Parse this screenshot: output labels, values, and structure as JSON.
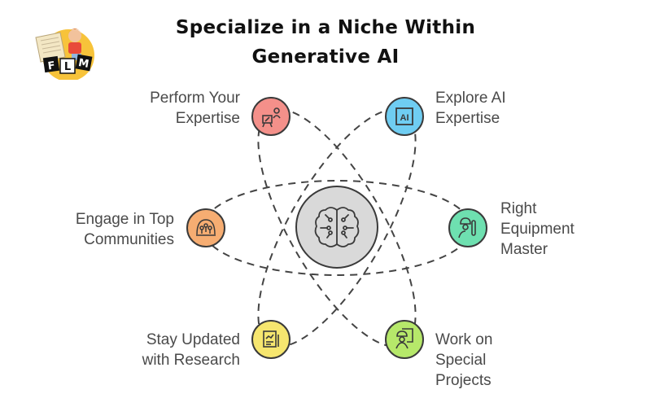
{
  "title": {
    "line1": "Specialize in a Niche Within",
    "line2": "Generative AI"
  },
  "logo": {
    "text": "FLM",
    "letters": [
      "F",
      "L",
      "M"
    ]
  },
  "center": {
    "icon": "brain-circuit-icon",
    "color": "#d9d9d9"
  },
  "nodes": [
    {
      "id": "perform",
      "label_lines": [
        "Perform Your",
        "Expertise"
      ],
      "icon": "presentation-easel-icon",
      "color": "#f4908a"
    },
    {
      "id": "explore",
      "label_lines": [
        "Explore AI",
        "Expertise"
      ],
      "icon": "ai-chip-icon",
      "color": "#6fcdf2",
      "icon_text": "AI"
    },
    {
      "id": "engage",
      "label_lines": [
        "Engage in Top",
        "Communities"
      ],
      "icon": "community-group-icon",
      "color": "#f6ad72"
    },
    {
      "id": "equipment",
      "label_lines": [
        "Right",
        "Equipment",
        "Master"
      ],
      "icon": "engineer-wrench-icon",
      "color": "#6ee0b0"
    },
    {
      "id": "research",
      "label_lines": [
        "Stay Updated",
        "with Research"
      ],
      "icon": "research-report-icon",
      "color": "#f6e66f"
    },
    {
      "id": "projects",
      "label_lines": [
        "Work on",
        "Special",
        "Projects"
      ],
      "icon": "worker-blueprint-icon",
      "color": "#b6e86a"
    }
  ]
}
